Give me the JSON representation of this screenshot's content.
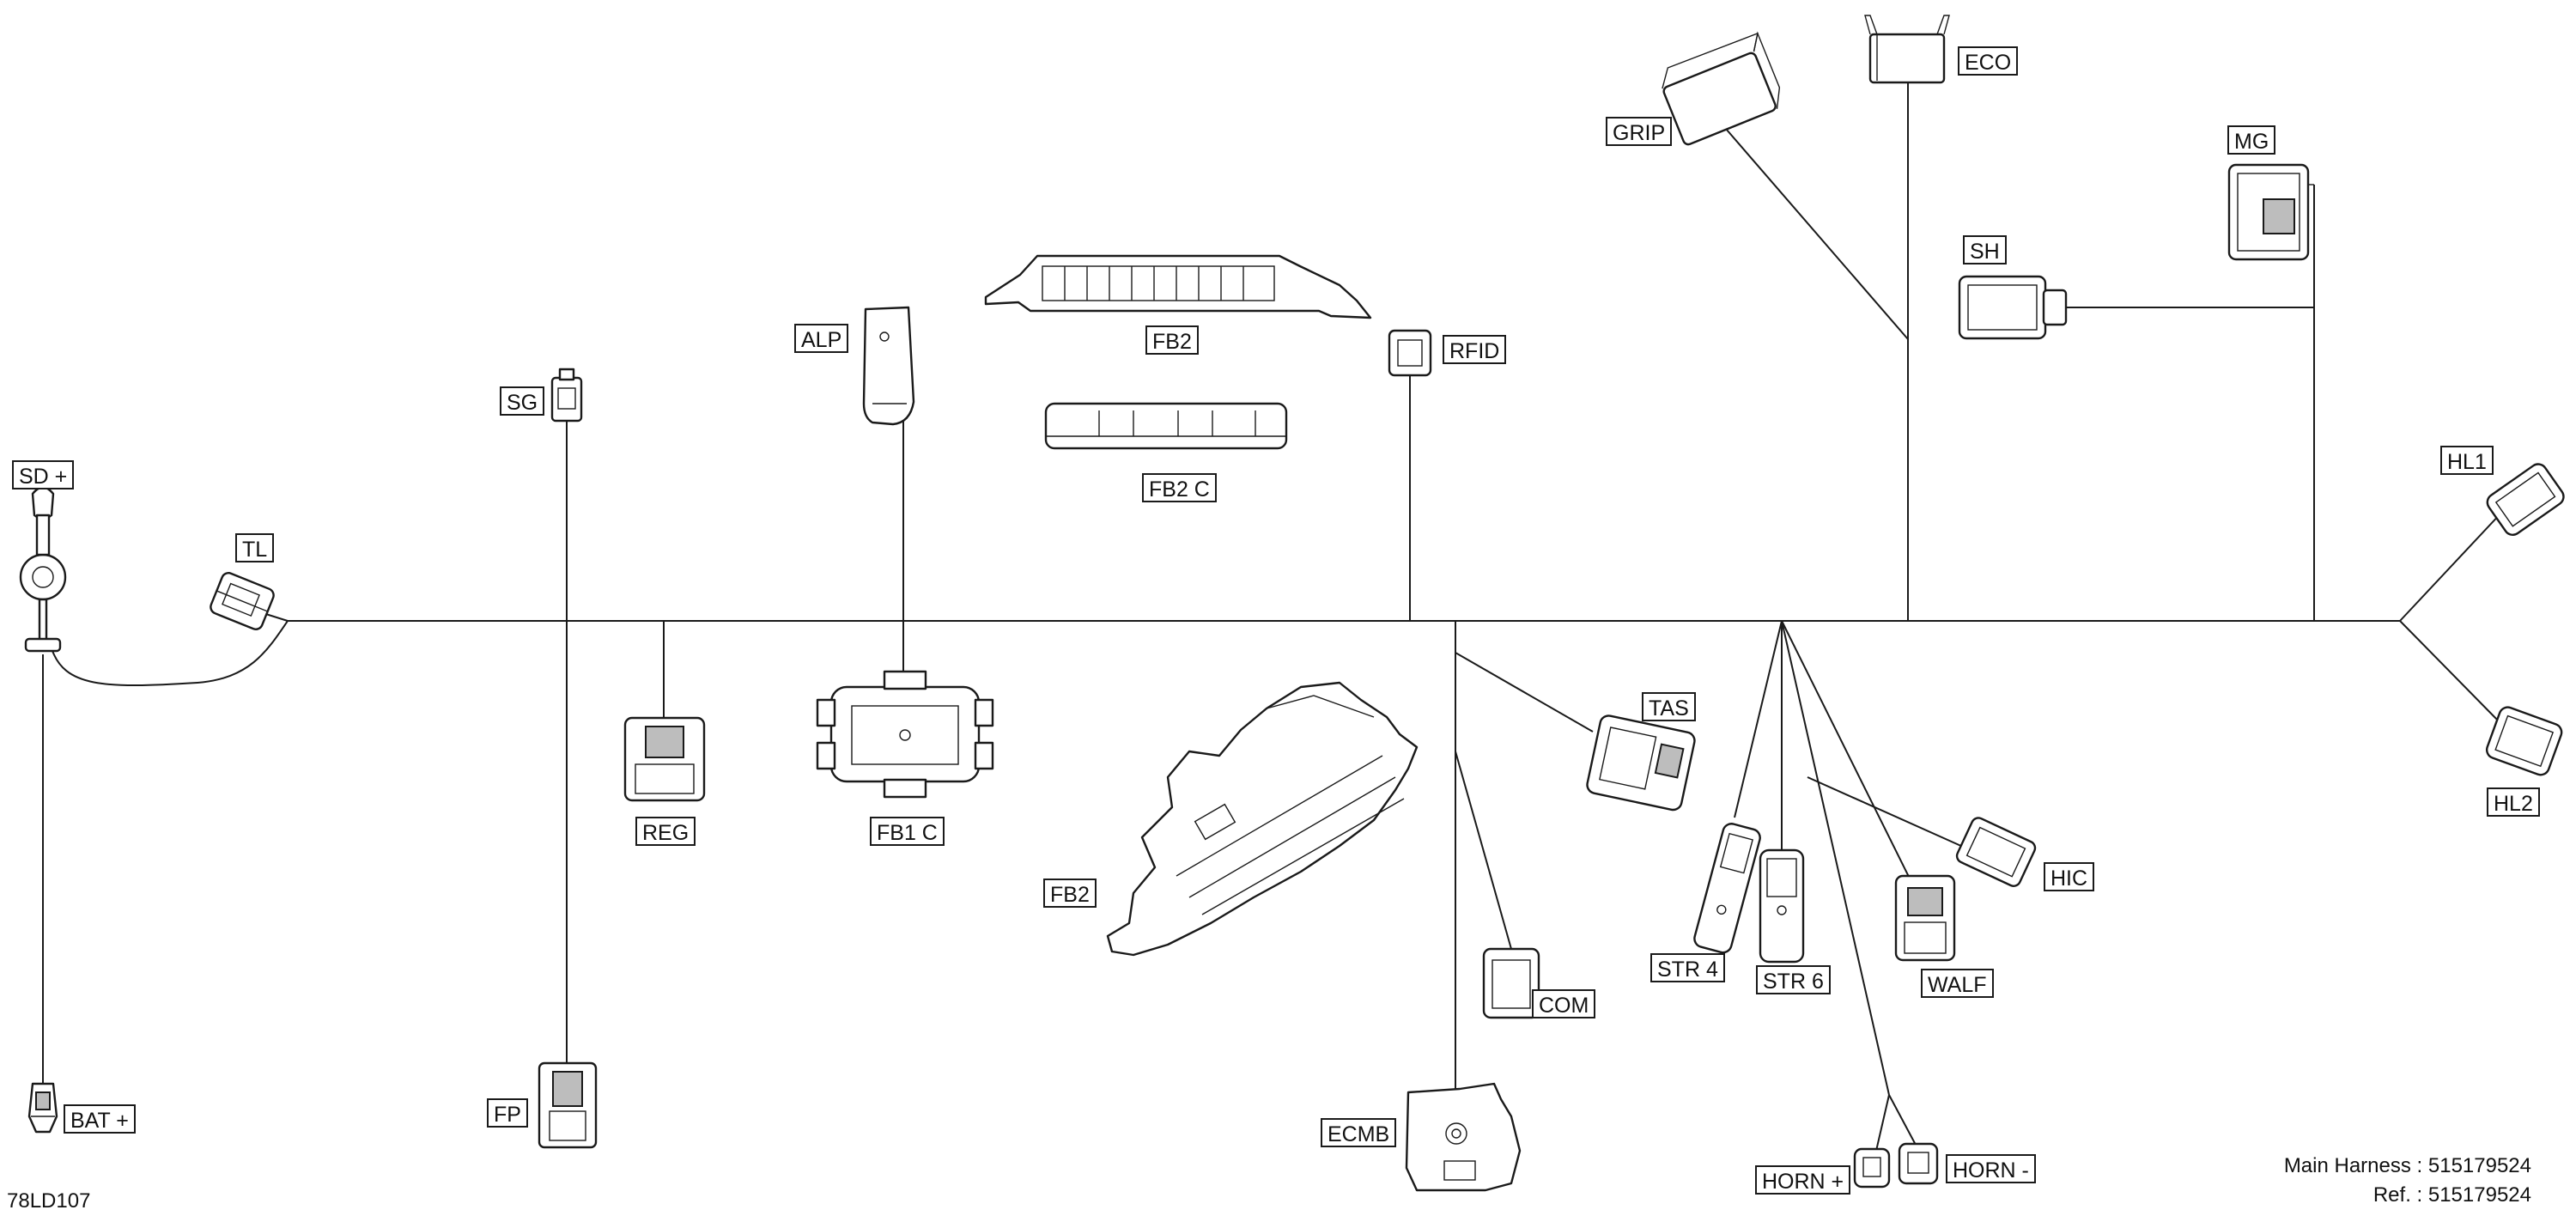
{
  "labels": {
    "sd_plus": "SD +",
    "tl": "TL",
    "sg": "SG",
    "alp": "ALP",
    "fb2_top": "FB2",
    "fb2c": "FB2 C",
    "rfid": "RFID",
    "grip": "GRIP",
    "eco": "ECO",
    "mg": "MG",
    "sh": "SH",
    "hl1": "HL1",
    "hl2": "HL2",
    "reg": "REG",
    "fb1c": "FB1 C",
    "fb2_bottom": "FB2",
    "tas": "TAS",
    "com": "COM",
    "ecmb": "ECMB",
    "str4": "STR 4",
    "str6": "STR 6",
    "walf": "WALF",
    "hic": "HIC",
    "horn_plus": "HORN +",
    "horn_minus": "HORN -",
    "fp": "FP",
    "bat_plus": "BAT +"
  },
  "footer": {
    "drawing_id": "78LD107",
    "main_harness": "Main Harness : 515179524",
    "ref": "Ref. : 515179524"
  }
}
